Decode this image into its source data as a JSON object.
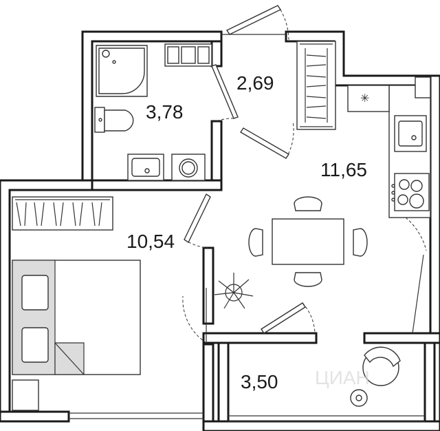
{
  "rooms": [
    {
      "id": "bathroom",
      "area": "3,78"
    },
    {
      "id": "hallway",
      "area": "2,69"
    },
    {
      "id": "kitchen-living",
      "area": "11,65"
    },
    {
      "id": "bedroom",
      "area": "10,54"
    },
    {
      "id": "balcony",
      "area": "3,50"
    }
  ],
  "watermark": "ЦИАН",
  "colors": {
    "wall": "#1a1a1a",
    "furniture_fill": "#dcdcdc",
    "background": "#ffffff"
  }
}
